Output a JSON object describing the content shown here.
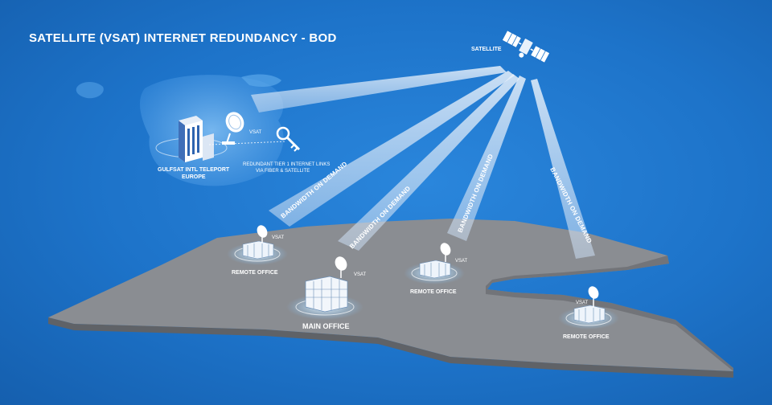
{
  "title": "SATELLITE (VSAT) INTERNET REDUNDANCY - BOD",
  "satellite_label": "SATELLITE",
  "teleport": {
    "name_line1": "GULFSAT INTL TELEPORT",
    "name_line2": "EUROPE",
    "vsat_label": "VSAT",
    "links_line1": "REDUNDANT  TIER 1 INTERNET LINKS",
    "links_line2": "VIA FIBER & SATELLITE"
  },
  "beams": [
    {
      "label": "BANDWIDTH ON DEMAND"
    },
    {
      "label": "BANDWIDTH ON DEMAND"
    },
    {
      "label": "BANDWIDTH ON DEMAND"
    },
    {
      "label": "BANDWIDTH ON DEMAND"
    }
  ],
  "sites": [
    {
      "label": "REMOTE OFFICE",
      "vsat": "VSAT"
    },
    {
      "label": "MAIN  OFFICE",
      "vsat": "VSAT"
    },
    {
      "label": "REMOTE OFFICE",
      "vsat": "VSAT"
    },
    {
      "label": "REMOTE OFFICE",
      "vsat": "VSAT"
    }
  ],
  "colors": {
    "background": "#1d73c9",
    "land_top": "#8a8d92",
    "land_side": "#6b6e73",
    "beam": "#c9dcf2",
    "teleport_island": "#5aa6ea",
    "text": "#ffffff"
  }
}
